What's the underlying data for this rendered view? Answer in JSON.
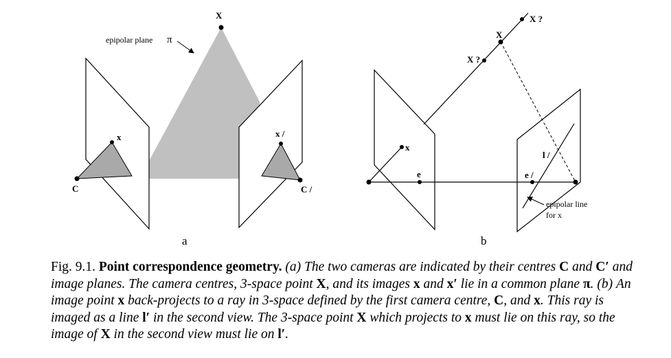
{
  "figure": {
    "panel_a": {
      "label": "a",
      "point_X": "X",
      "point_x": "x",
      "point_x_prime": "x /",
      "centre_C": "C",
      "centre_C_prime": "C /",
      "plane_label": "epipolar plane",
      "plane_symbol": "π"
    },
    "panel_b": {
      "label": "b",
      "point_X": "X",
      "point_X_upper": "X ?",
      "point_X_lower": "X ?",
      "point_x": "x",
      "epipole_e": "e",
      "epipole_e_prime": "e /",
      "line_l_prime": "l /",
      "epipolar_line_label_1": "epipolar line",
      "epipolar_line_label_2": "for x"
    }
  },
  "caption": {
    "number": "Fig. 9.1.",
    "title": "Point correspondence geometry.",
    "segments": [
      {
        "t": "(a) The two cameras are indicated by their centres ",
        "s": false
      },
      {
        "t": "C",
        "s": true
      },
      {
        "t": " and ",
        "s": false
      },
      {
        "t": "C′",
        "s": true
      },
      {
        "t": " and image planes. The camera centres, 3-space point ",
        "s": false
      },
      {
        "t": "X",
        "s": true
      },
      {
        "t": ", and its images ",
        "s": false
      },
      {
        "t": "x",
        "s": true
      },
      {
        "t": " and ",
        "s": false
      },
      {
        "t": "x′",
        "s": true
      },
      {
        "t": " lie in a common plane ",
        "s": false
      },
      {
        "t": "π",
        "s": true
      },
      {
        "t": ". (b) An image point ",
        "s": false
      },
      {
        "t": "x",
        "s": true
      },
      {
        "t": " back-projects to a ray in 3-space defined by the first camera centre, ",
        "s": false
      },
      {
        "t": "C",
        "s": true
      },
      {
        "t": ", and ",
        "s": false
      },
      {
        "t": "x",
        "s": true
      },
      {
        "t": ". This ray is imaged as a line ",
        "s": false
      },
      {
        "t": "l′",
        "s": true
      },
      {
        "t": " in the second view. The 3-space point ",
        "s": false
      },
      {
        "t": "X",
        "s": true
      },
      {
        "t": " which projects to ",
        "s": false
      },
      {
        "t": "x",
        "s": true
      },
      {
        "t": " must lie on this ray, so the image of ",
        "s": false
      },
      {
        "t": "X",
        "s": true
      },
      {
        "t": " in the second view must lie on ",
        "s": false
      },
      {
        "t": "l′",
        "s": true
      },
      {
        "t": ".",
        "s": false
      }
    ]
  }
}
